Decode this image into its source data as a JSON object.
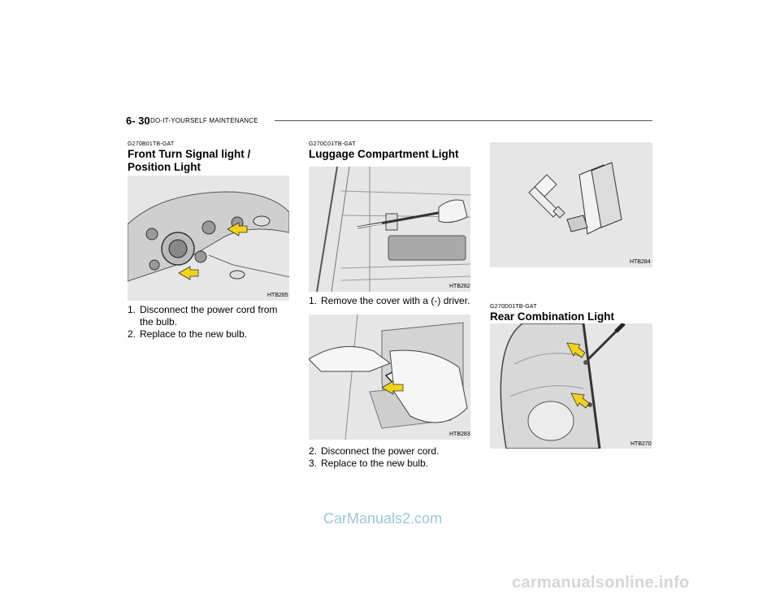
{
  "header": {
    "page_number": "6- 30",
    "section": "DO-IT-YOURSELF MAINTENANCE"
  },
  "col1": {
    "code": "G270B01TB-GAT",
    "title_line1": "Front Turn Signal light /",
    "title_line2": "Position Light",
    "figure_label": "HTB285",
    "steps": [
      {
        "num": "1.",
        "text": "Disconnect the power cord from the bulb."
      },
      {
        "num": "2.",
        "text": "Replace to the new bulb."
      }
    ]
  },
  "col2": {
    "code": "G270C01TB-GAT",
    "title": "Luggage Compartment Light",
    "figure1_label": "HTB282",
    "step1": {
      "num": "1.",
      "text": "Remove the cover with a (-) driver."
    },
    "figure2_label": "HTB283",
    "steps": [
      {
        "num": "2.",
        "text": "Disconnect the power cord."
      },
      {
        "num": "3.",
        "text": "Replace to the new bulb."
      }
    ]
  },
  "col3": {
    "figure1_label": "HTB284",
    "code": "G270D01TB-GAT",
    "title": "Rear Combination Light",
    "figure2_label": "HTB270"
  },
  "watermarks": {
    "site1": "CarManuals2.com",
    "site2": "carmanualsonline.info"
  },
  "colors": {
    "figure_bg": "#e6e6e6",
    "arrow_yellow": "#f3d21a",
    "watermark_blue": "#9bc7de"
  }
}
